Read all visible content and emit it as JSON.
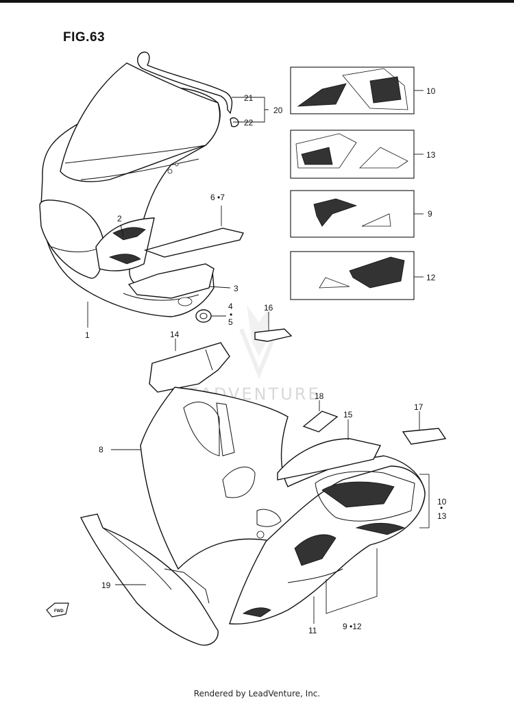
{
  "figure": {
    "title": "FIG.63"
  },
  "footer": {
    "text": "Rendered by LeadVenture, Inc."
  },
  "watermark": {
    "text": "LEADVENTURE"
  },
  "labels": {
    "p1": "1",
    "p2": "2",
    "p3": "3",
    "p4": "4",
    "p4dot": "•",
    "p5": "5",
    "p67": "6 •7",
    "p8": "8",
    "p9_box": "9",
    "p9_12": "9 •12",
    "p10_box": "10",
    "p10_low": "10",
    "p10dot": "•",
    "p11": "11",
    "p12_box": "12",
    "p13_box": "13",
    "p13_low": "13",
    "p14": "14",
    "p15": "15",
    "p16": "16",
    "p17": "17",
    "p18": "18",
    "p19": "19",
    "p20": "20",
    "p21": "21",
    "p22": "22"
  },
  "fwd_icon": {
    "text": "FWD"
  }
}
